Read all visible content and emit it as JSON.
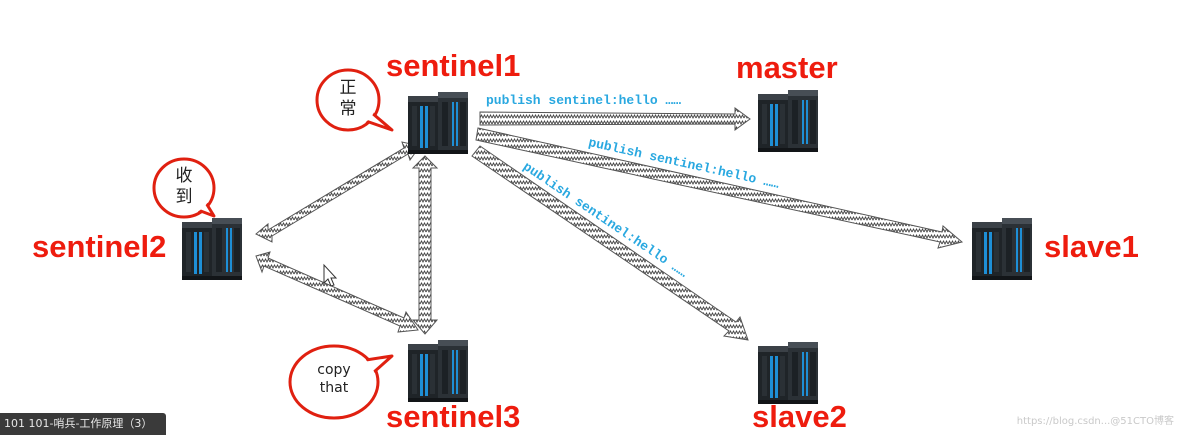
{
  "nodes": {
    "sentinel1": {
      "label": "sentinel1"
    },
    "sentinel2": {
      "label": "sentinel2"
    },
    "sentinel3": {
      "label": "sentinel3"
    },
    "master": {
      "label": "master"
    },
    "slave1": {
      "label": "slave1"
    },
    "slave2": {
      "label": "slave2"
    }
  },
  "messages": {
    "to_master": "publish sentinel:hello ……",
    "to_slave1": "publish sentinel:hello ……",
    "to_slave2": "publish sentinel:hello ……"
  },
  "bubbles": {
    "sentinel1": {
      "line1": "正",
      "line2": "常"
    },
    "sentinel2": {
      "line1": "收",
      "line2": "到"
    },
    "sentinel3": {
      "line1": "copy",
      "line2": "that"
    }
  },
  "caption": "101 101-哨兵-工作原理（3）",
  "watermark": "https://blog.csdn...@51CTO博客",
  "colors": {
    "label_red": "#ee1c0e",
    "message_blue": "#29a8e0",
    "bubble_stroke": "#e02010",
    "arrow_stroke": "#555555"
  },
  "icons": {
    "server": "server-rack-icon",
    "cursor": "mouse-pointer-icon"
  }
}
